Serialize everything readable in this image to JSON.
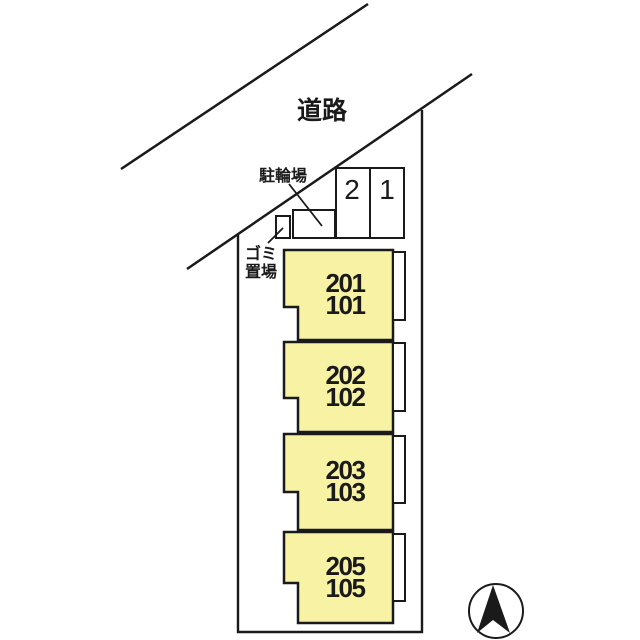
{
  "plan": {
    "road_label": "道路",
    "bicycle_parking_label": "駐輪場",
    "garbage_label": [
      "ゴミ",
      "置場"
    ],
    "parking_spaces": [
      {
        "number": "2"
      },
      {
        "number": "1"
      }
    ],
    "units": [
      {
        "upper": "201",
        "lower": "101"
      },
      {
        "upper": "202",
        "lower": "102"
      },
      {
        "upper": "203",
        "lower": "103"
      },
      {
        "upper": "205",
        "lower": "105"
      }
    ],
    "compass": "north",
    "colors": {
      "unit_fill": "#F8F2A4",
      "line": "#1a1a1a",
      "background": "#ffffff"
    }
  }
}
